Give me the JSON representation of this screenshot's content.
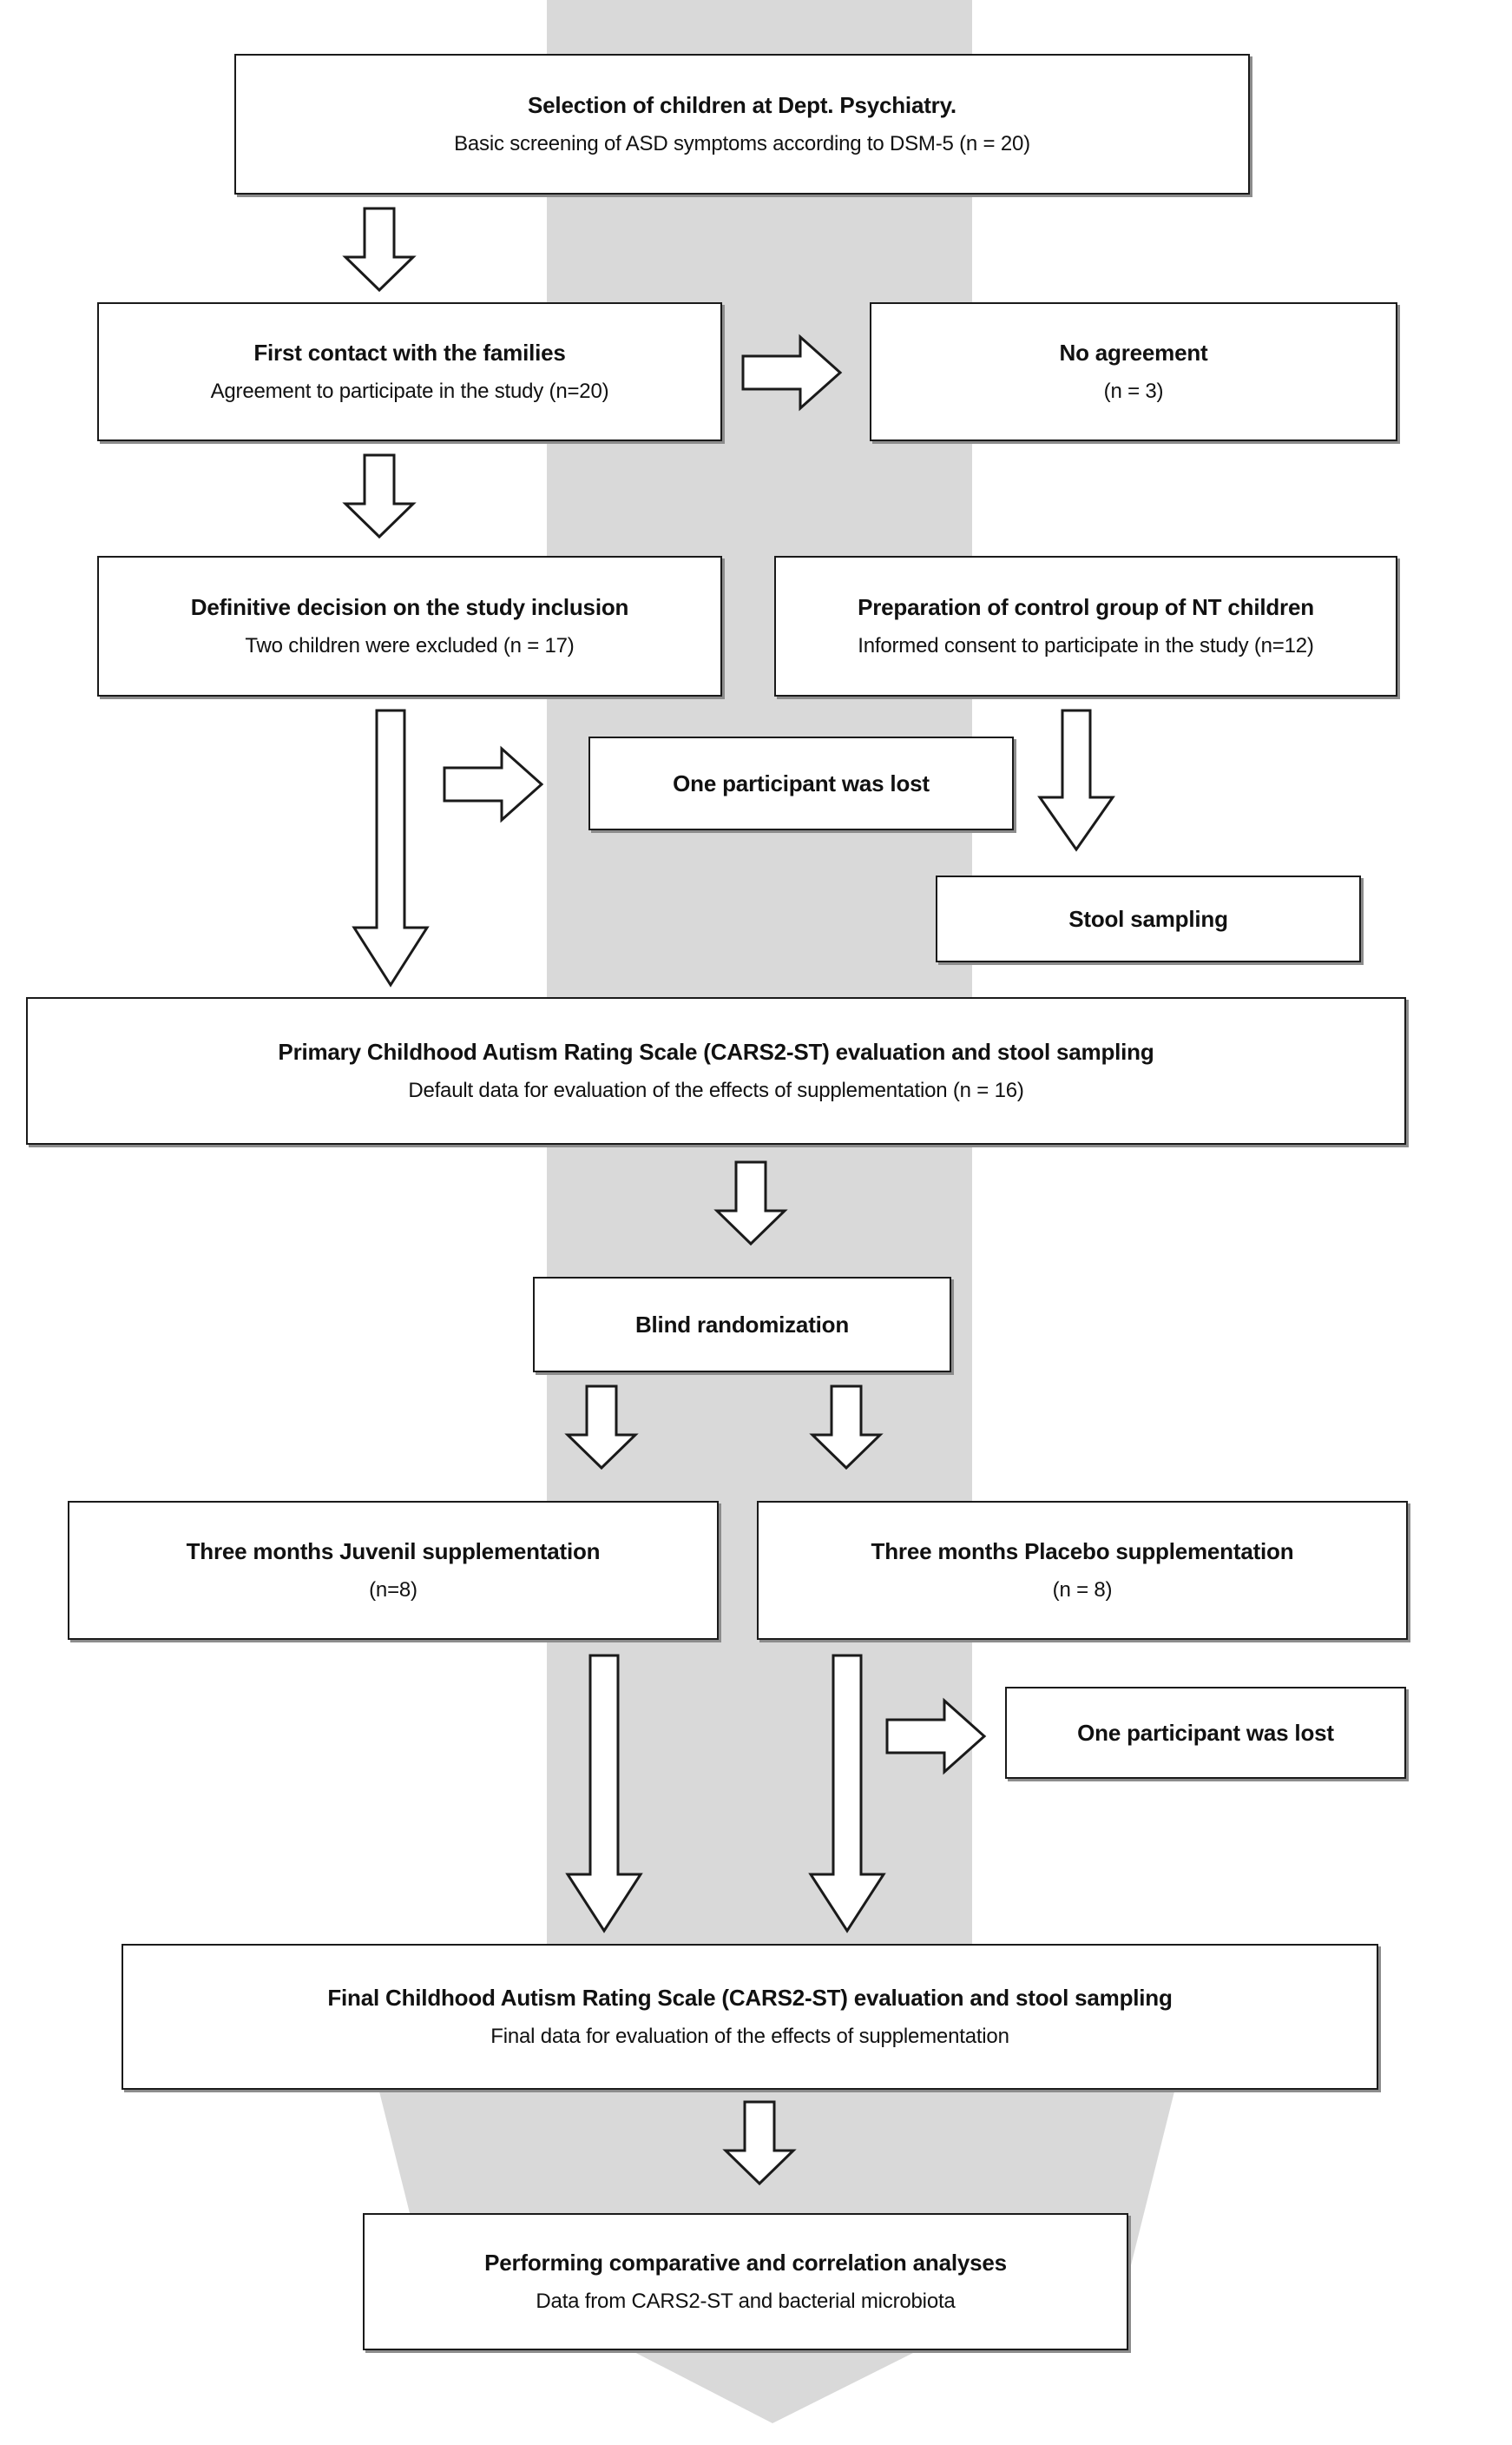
{
  "figure": {
    "type": "flowchart",
    "title": "Study design flow diagram",
    "colors": {
      "background_band": "#d9d9d9",
      "box_border": "#1a1a1a",
      "box_fill": "#ffffff",
      "box_shadow": "#8c8c8c",
      "text": "#111111"
    }
  },
  "nodes": [
    {
      "id": "selection",
      "title": "Selection of children at Dept. Psychiatry.",
      "subtitle": "Basic screening of ASD symptoms according to DSM-5 (n = 20)"
    },
    {
      "id": "first-contact",
      "title": "First contact with the families",
      "subtitle": "Agreement to participate in the study (n=20)"
    },
    {
      "id": "no-agreement",
      "title": "No agreement",
      "subtitle": "(n = 3)"
    },
    {
      "id": "definitive-decision",
      "title": "Definitive decision on the study inclusion",
      "subtitle": "Two children were excluded (n = 17)"
    },
    {
      "id": "control-group",
      "title": "Preparation of control group of NT children",
      "subtitle": "Informed consent to participate in the study (n=12)"
    },
    {
      "id": "lost-1",
      "title": "One participant was lost",
      "subtitle": ""
    },
    {
      "id": "stool-sampling",
      "title": "Stool sampling",
      "subtitle": ""
    },
    {
      "id": "primary-cars",
      "title": "Primary Childhood Autism Rating Scale (CARS2-ST) evaluation and stool sampling",
      "subtitle": "Default data for evaluation of the effects of supplementation (n = 16)"
    },
    {
      "id": "blind-randomization",
      "title": "Blind randomization",
      "subtitle": ""
    },
    {
      "id": "juvenil",
      "title": "Three months Juvenil supplementation",
      "subtitle": "(n=8)"
    },
    {
      "id": "placebo",
      "title": "Three months Placebo supplementation",
      "subtitle": "(n = 8)"
    },
    {
      "id": "lost-2",
      "title": "One participant was lost",
      "subtitle": ""
    },
    {
      "id": "final-cars",
      "title": "Final Childhood Autism Rating Scale (CARS2-ST) evaluation and stool sampling",
      "subtitle": "Final data for evaluation of the effects of supplementation"
    },
    {
      "id": "analyses",
      "title": "Performing comparative and correlation analyses",
      "subtitle": "Data from CARS2-ST and bacterial microbiota"
    }
  ],
  "connectors": [
    {
      "id": "selection-to-first-contact",
      "direction": "down"
    },
    {
      "id": "first-contact-to-no-agreement",
      "direction": "right"
    },
    {
      "id": "first-contact-to-definitive",
      "direction": "down"
    },
    {
      "id": "definitive-to-lost-1",
      "direction": "right"
    },
    {
      "id": "definitive-to-primary",
      "direction": "down-long"
    },
    {
      "id": "control-to-stool",
      "direction": "down"
    },
    {
      "id": "primary-to-randomization",
      "direction": "down"
    },
    {
      "id": "randomization-to-juvenil",
      "direction": "down"
    },
    {
      "id": "randomization-to-placebo",
      "direction": "down"
    },
    {
      "id": "placebo-to-lost-2",
      "direction": "right"
    },
    {
      "id": "juvenil-to-final",
      "direction": "down-long"
    },
    {
      "id": "placebo-to-final",
      "direction": "down-long"
    },
    {
      "id": "final-to-analyses",
      "direction": "down"
    }
  ]
}
